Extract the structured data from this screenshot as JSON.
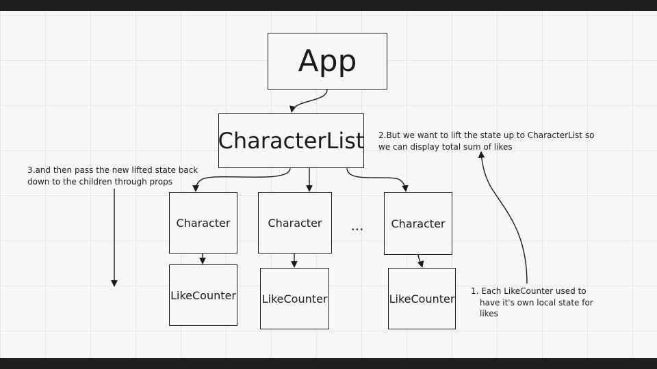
{
  "nodes": {
    "app": "App",
    "character_list": "CharacterList",
    "character_1": "Character",
    "character_2": "Character",
    "character_3": "Character",
    "like_counter_1": "LikeCounter",
    "like_counter_2": "LikeCounter",
    "like_counter_3": "LikeCounter"
  },
  "ellipsis": "...",
  "notes": {
    "step1_line1": "1. Each LikeCounter used to",
    "step1_line2": "have it's own local state for",
    "step1_line3": "likes",
    "step2_line1": "2.But we want to lift the state up to CharacterList so",
    "step2_line2": "we can display total sum of likes",
    "step3_line1": "3.and then pass the new lifted state back",
    "step3_line2": "down to the children through props"
  },
  "colors": {
    "canvas": "#f7f7f7",
    "ink": "#1a1a1a",
    "frame": "#1f1f1f",
    "grid": "#e6e6e6"
  }
}
